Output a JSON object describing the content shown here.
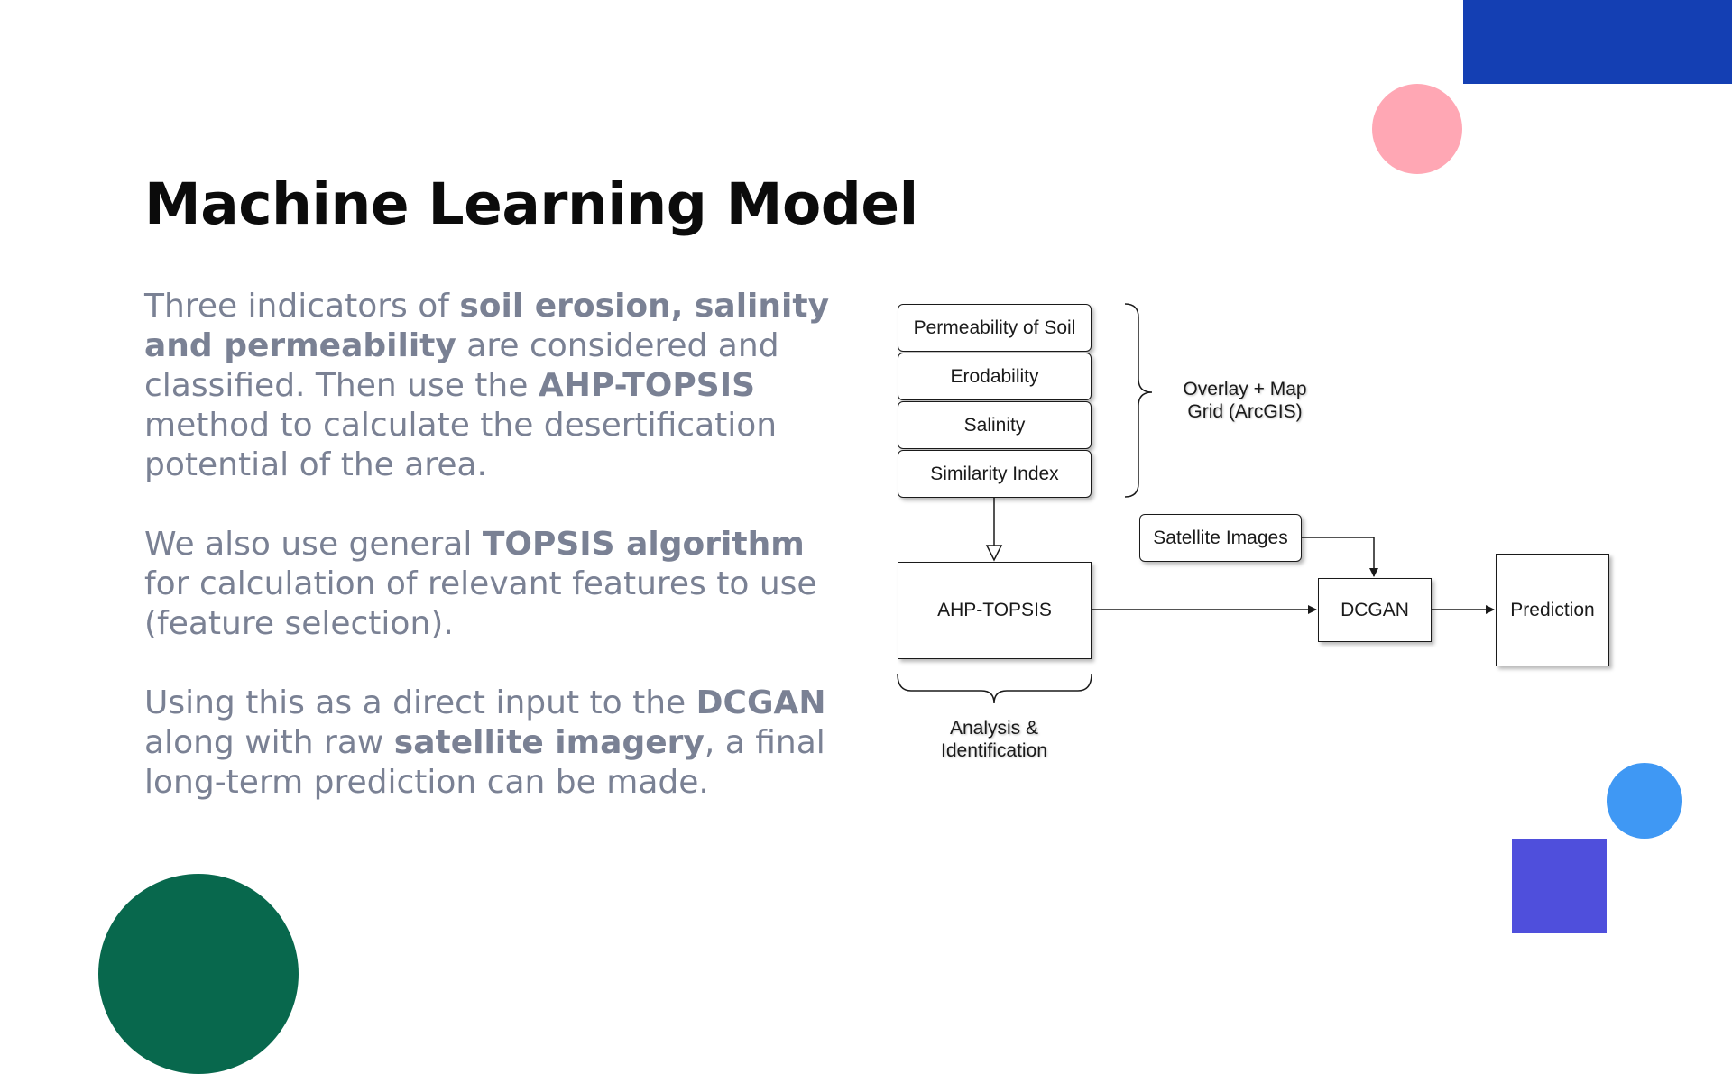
{
  "colors": {
    "title": "#0b0b0b",
    "body_text": "#7a8194",
    "deco_blue_rect": "#143fb3",
    "deco_pink_circle": "#ffa7b4",
    "deco_green_circle": "#08684d",
    "deco_light_blue_circle": "#3f98f4",
    "deco_indigo_square": "#4f4fdc"
  },
  "slide": {
    "title": "Machine Learning Model",
    "paragraphs": [
      {
        "runs": [
          {
            "text": "Three indicators of ",
            "bold": false
          },
          {
            "text": "soil erosion, salinity and permeability",
            "bold": true
          },
          {
            "text": " are considered and classified. Then use the ",
            "bold": false
          },
          {
            "text": "AHP-TOPSIS",
            "bold": true
          },
          {
            "text": " method to calculate the desertification potential of the area.",
            "bold": false
          }
        ]
      },
      {
        "runs": [
          {
            "text": "We also use general ",
            "bold": false
          },
          {
            "text": "TOPSIS algorithm",
            "bold": true
          },
          {
            "text": " for calculation of relevant features to use (feature selection).",
            "bold": false
          }
        ]
      },
      {
        "runs": [
          {
            "text": "Using this as a direct input to the ",
            "bold": false
          },
          {
            "text": "DCGAN",
            "bold": true
          },
          {
            "text": " along with raw ",
            "bold": false
          },
          {
            "text": "satellite imagery",
            "bold": true
          },
          {
            "text": ", a final long-term prediction can be made.",
            "bold": false
          }
        ]
      }
    ]
  },
  "diagram": {
    "nodes": {
      "permeability": "Permeability of Soil",
      "erodability": "Erodability",
      "salinity": "Salinity",
      "similarity": "Similarity Index",
      "satellite": "Satellite Images",
      "ahp_topsis": "AHP-TOPSIS",
      "dcgan": "DCGAN",
      "prediction": "Prediction"
    },
    "labels": {
      "overlay_line1": "Overlay + Map",
      "overlay_line2": "Grid (ArcGIS)",
      "analysis_line1": "Analysis &",
      "analysis_line2": "Identification"
    },
    "edges": [
      {
        "from": "similarity",
        "to": "ahp_topsis"
      },
      {
        "from": "ahp_topsis",
        "to": "dcgan"
      },
      {
        "from": "satellite",
        "to": "dcgan"
      },
      {
        "from": "dcgan",
        "to": "prediction"
      }
    ]
  }
}
